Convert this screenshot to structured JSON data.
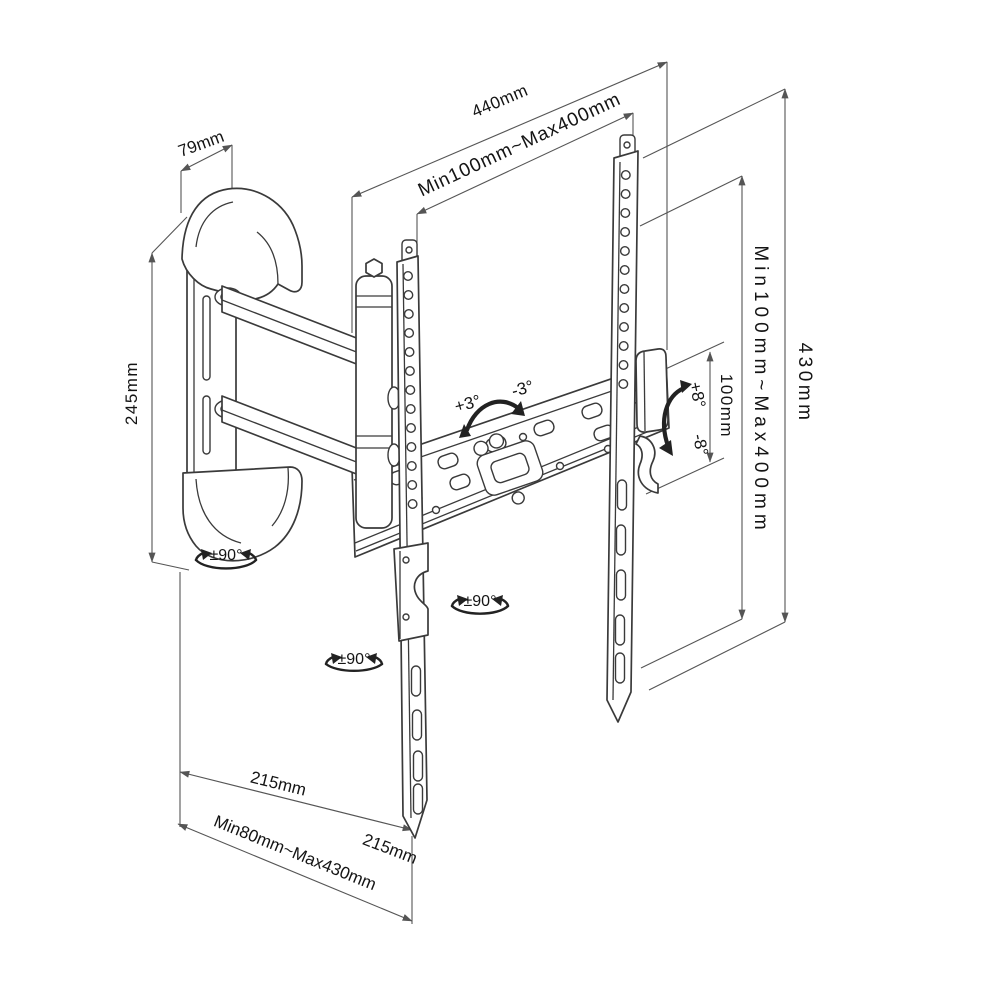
{
  "diagram": {
    "title": "Articulating TV wall mount dimensional drawing",
    "colors": {
      "line": "#3a3a3a",
      "dimension_line": "#555555",
      "text": "#141414",
      "background": "#ffffff"
    },
    "labels": {
      "depth": "79mm",
      "plate_height": "245mm",
      "rail_width": "440mm",
      "vesa_width_range": "Min100mm~Max400mm",
      "bracket_height": "430mm",
      "vesa_height_range": "Min100mm~Max400mm",
      "hole_pitch": "100mm",
      "tilt_up": "+8°",
      "tilt_down": "-8°",
      "level_cw": "+3°",
      "level_ccw": "-3°",
      "swivel_wall": "±90°",
      "swivel_front": "±90°",
      "swivel_mid": "±90°",
      "reach": "215mm",
      "extension_range": "Min80mm~Max430mm",
      "reach_2": "215mm"
    }
  }
}
